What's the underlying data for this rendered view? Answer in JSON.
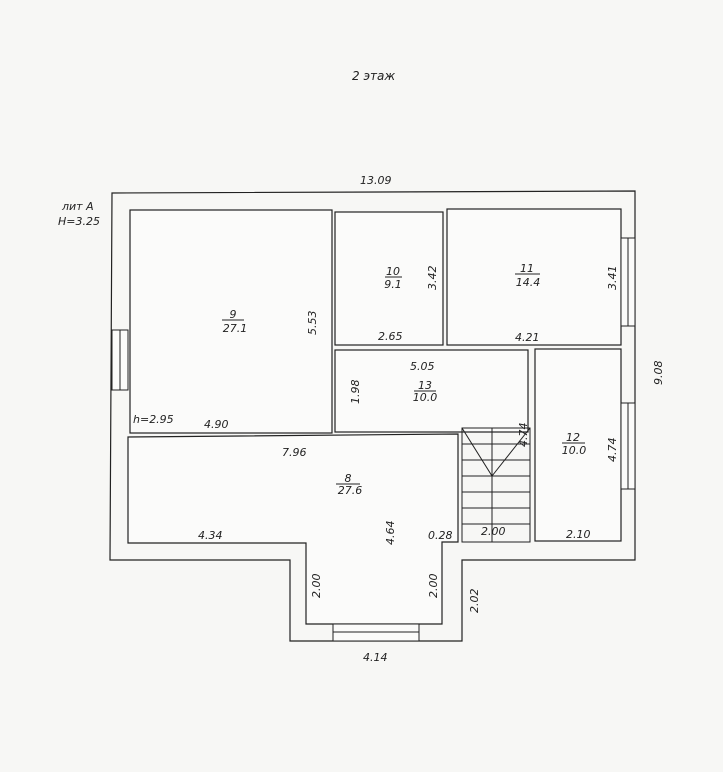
{
  "floor_title": "2 этаж",
  "lit": "лит А",
  "height_outer": "H=3.25",
  "height_inner": "h=2.95",
  "dims": {
    "top_total": "13.09",
    "right_total": "9.08",
    "r9_h": "5.53",
    "r9_w": "4.90",
    "r10_h": "3.42",
    "r10_w": "2.65",
    "r11_h": "3.41",
    "r11_w": "4.21",
    "r13_w": "5.05",
    "r13_h": "1.98",
    "r8_w": "7.96",
    "r8_left": "4.34",
    "r8_h": "4.64",
    "small": "0.28",
    "stair_w": "2.00",
    "stair_h": "4.74",
    "r12_h": "4.74",
    "r12_w": "2.10",
    "ext_left": "2.00",
    "ext_right": "2.00",
    "ext_outer": "2.02",
    "ext_bottom": "4.14"
  },
  "rooms": [
    {
      "num": "9",
      "area": "27.1"
    },
    {
      "num": "10",
      "area": "9.1"
    },
    {
      "num": "11",
      "area": "14.4"
    },
    {
      "num": "13",
      "area": "10.0"
    },
    {
      "num": "8",
      "area": "27.6"
    },
    {
      "num": "12",
      "area": "10.0"
    }
  ]
}
